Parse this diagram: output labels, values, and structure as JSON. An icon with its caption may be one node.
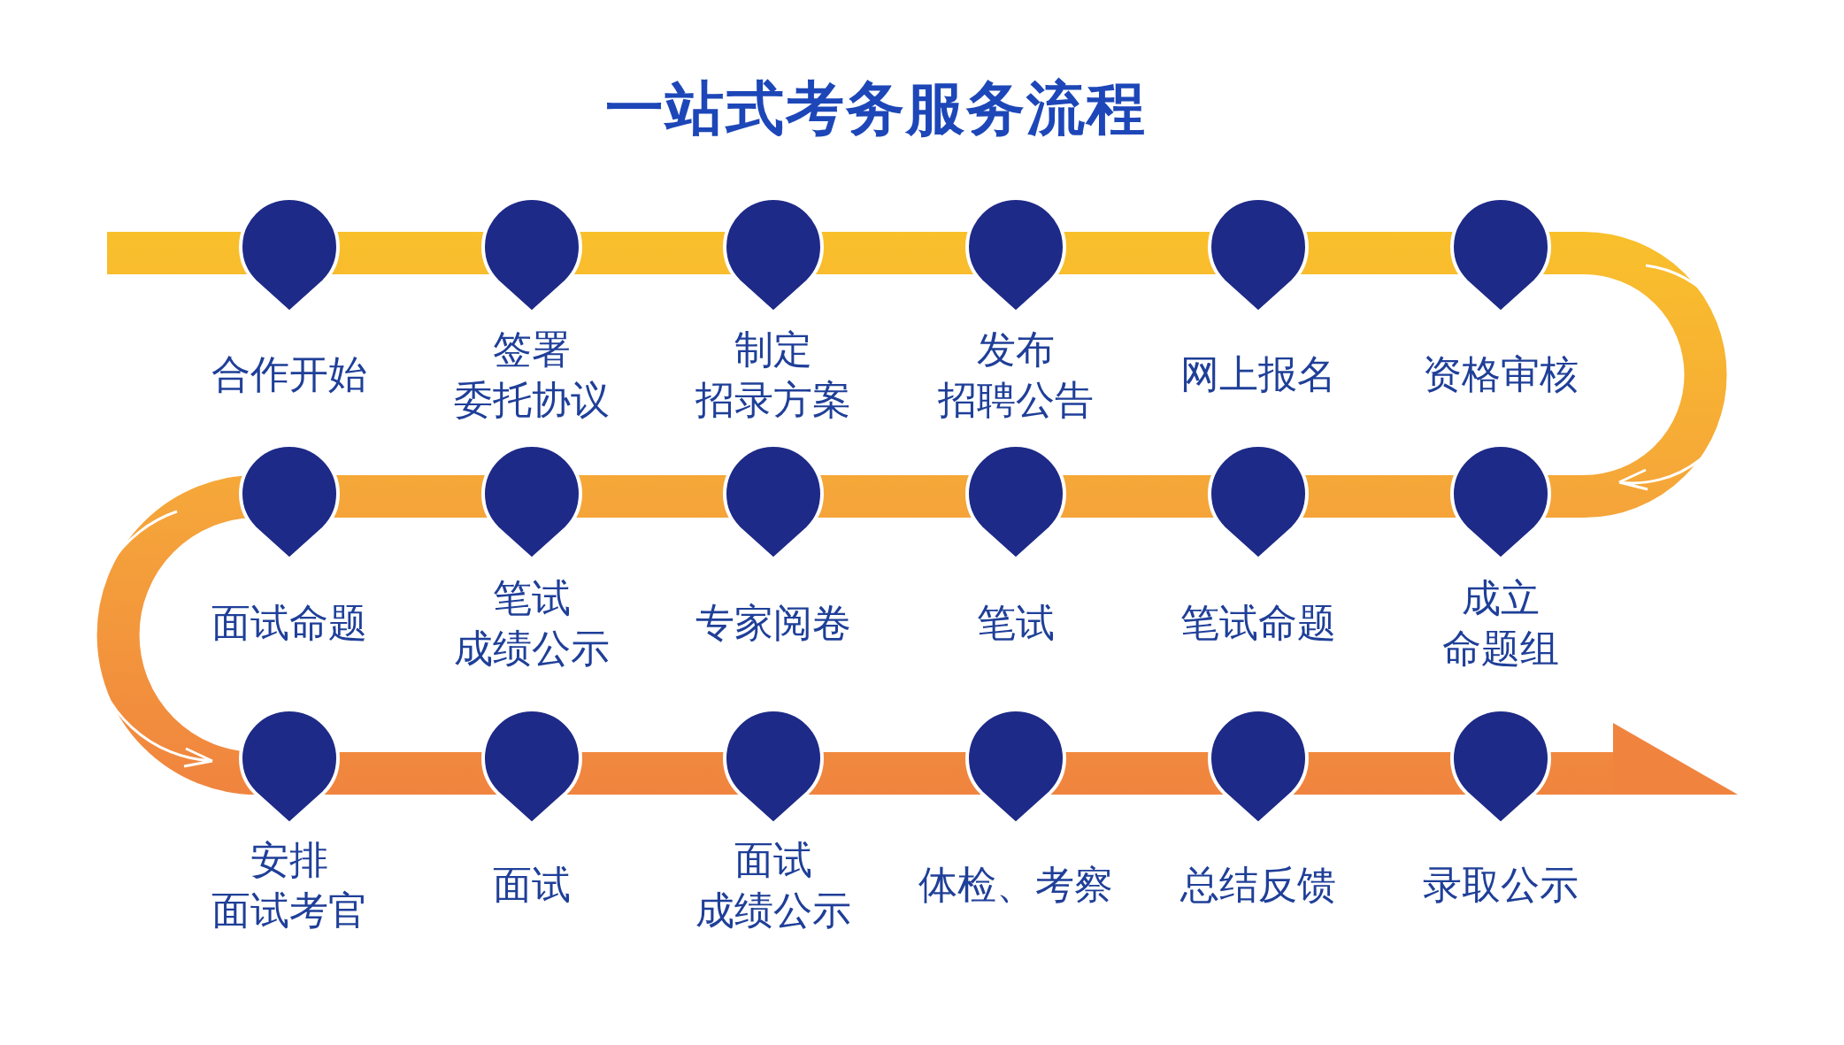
{
  "diagram": {
    "title": "一站式考务服务流程",
    "nodes": [
      {
        "text": [
          "合作开始"
        ]
      },
      {
        "text": [
          "签署委托协议"
        ]
      },
      {
        "text": [
          "制定招录方案"
        ]
      },
      {
        "text": [
          "发布招聘公告"
        ]
      },
      {
        "text": [
          "网上报名"
        ]
      },
      {
        "text": [
          "资格审核"
        ]
      },
      {
        "text": [
          "成立命题组"
        ]
      },
      {
        "text": [
          "笔试命题"
        ]
      },
      {
        "text": [
          "笔试"
        ]
      },
      {
        "text": [
          "专家阅卷"
        ]
      },
      {
        "text": [
          "笔试成绩公示"
        ]
      },
      {
        "text": [
          "面试命题"
        ]
      },
      {
        "text": [
          "安排面试考官"
        ]
      },
      {
        "text": [
          "面试"
        ]
      },
      {
        "text": [
          "面试成绩公示"
        ]
      },
      {
        "text": [
          "体检、考察"
        ]
      },
      {
        "text": [
          "总结反馈"
        ]
      },
      {
        "text": [
          "录取公示"
        ]
      }
    ]
  }
}
